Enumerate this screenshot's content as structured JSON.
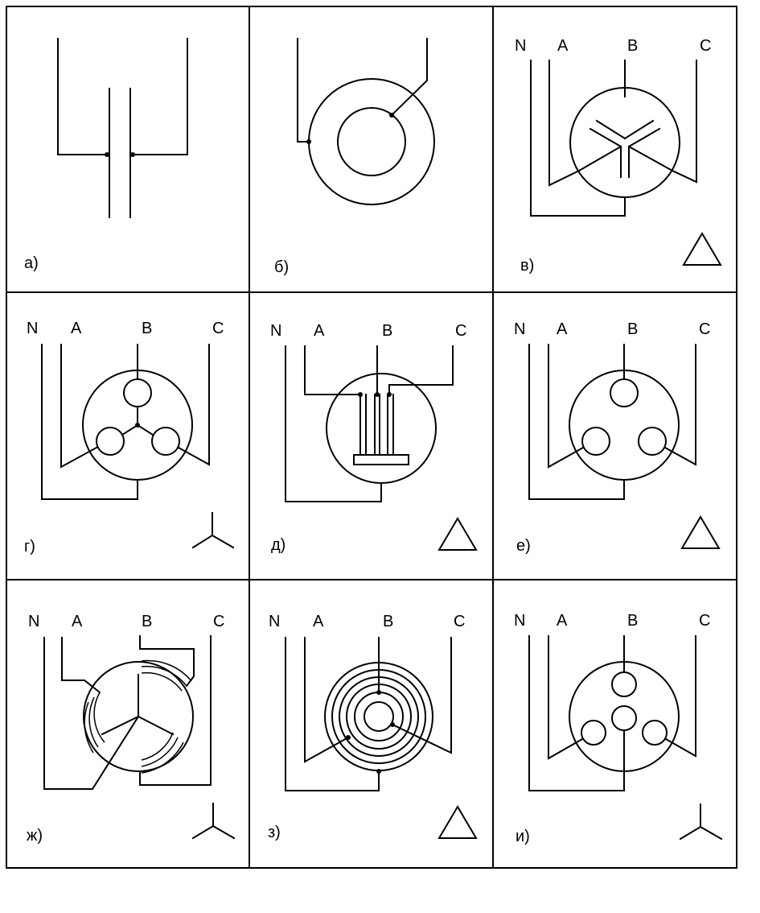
{
  "panels": [
    {
      "id": "a",
      "label": "а)",
      "phases": [],
      "connection_symbol": ""
    },
    {
      "id": "b",
      "label": "б)",
      "phases": [],
      "connection_symbol": ""
    },
    {
      "id": "v",
      "label": "в)",
      "phases": [
        "N",
        "A",
        "B",
        "C"
      ],
      "connection_symbol": "delta"
    },
    {
      "id": "g",
      "label": "г)",
      "phases": [
        "N",
        "A",
        "B",
        "C"
      ],
      "connection_symbol": "star"
    },
    {
      "id": "d",
      "label": "д)",
      "phases": [
        "N",
        "A",
        "B",
        "C"
      ],
      "connection_symbol": "delta"
    },
    {
      "id": "e",
      "label": "е)",
      "phases": [
        "N",
        "A",
        "B",
        "C"
      ],
      "connection_symbol": "delta"
    },
    {
      "id": "zh",
      "label": "ж)",
      "phases": [
        "N",
        "A",
        "B",
        "C"
      ],
      "connection_symbol": "star"
    },
    {
      "id": "z",
      "label": "з)",
      "phases": [
        "N",
        "A",
        "B",
        "C"
      ],
      "connection_symbol": "delta"
    },
    {
      "id": "i",
      "label": "и)",
      "phases": [
        "N",
        "A",
        "B",
        "C"
      ],
      "connection_symbol": "star"
    }
  ]
}
